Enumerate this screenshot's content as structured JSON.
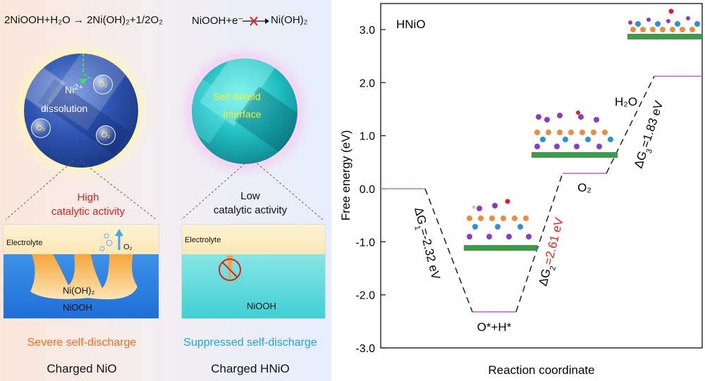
{
  "left_panel": {
    "equation_1": "2NiOOH+H₂O → 2Ni(OH)₂+1/2O₂",
    "equation_2_left": "NiOOH+e⁻",
    "equation_2_right": "Ni(OH)₂",
    "nio_circle": {
      "ni_label": "Ni",
      "ni_charge": "2+",
      "dissolution_label": "dissolution",
      "bubble_label": "O₂"
    },
    "hnio_circle": {
      "line1": "Self-Shield",
      "line2": "Interface"
    },
    "nio_activity": [
      "High",
      "catalytic activity"
    ],
    "hnio_activity": [
      "Low",
      "catalytic activity"
    ],
    "electrolyte_label": "Electrolyte",
    "o2_label": "O₂",
    "niOH2_label": "Ni(OH)₂",
    "niooh_label": "NiOOH",
    "nio_result": "Severe self-discharge",
    "hnio_result": "Suppressed self-discharge",
    "nio_caption": "Charged NiO",
    "hnio_caption": "Charged HNiO",
    "colors": {
      "red": "#e0201a",
      "orange": "#f26b1b",
      "blue": "#18a6e6",
      "level": "#c86bd0"
    }
  },
  "right_panel": {
    "title": "HNiO",
    "ylabel": "Free energy (eV)",
    "xlabel": "Reaction coordinate",
    "state_labels": [
      "O*+H*",
      "O₂",
      "H₂O"
    ],
    "steps": [
      {
        "symbol": "ΔG",
        "sub": "1",
        "value": "=-2.32 eV",
        "color": "#111111"
      },
      {
        "symbol": "ΔG",
        "sub": "2",
        "value": "=2.61 eV",
        "color": "#e0201a"
      },
      {
        "symbol": "ΔG",
        "sub": "3",
        "value": "=1.83 eV",
        "color": "#111111"
      }
    ]
  },
  "chart_data": {
    "type": "line",
    "title": "HNiO",
    "xlabel": "Reaction coordinate",
    "ylabel": "Free energy (eV)",
    "ylim": [
      -3.0,
      3.5
    ],
    "yticks": [
      "3.0",
      "2.0",
      "1.0",
      "0.0",
      "-1.0",
      "-2.0",
      "-3.0"
    ],
    "ytick_values": [
      3.0,
      2.0,
      1.0,
      0.0,
      -1.0,
      -2.0,
      -3.0
    ],
    "levels": [
      {
        "label": "",
        "value": 0.0
      },
      {
        "label": "O*+H*",
        "value": -2.32
      },
      {
        "label": "O₂",
        "value": 0.29
      },
      {
        "label": "H₂O",
        "value": 2.12
      }
    ],
    "steps": [
      {
        "name": "ΔG1",
        "value": -2.32
      },
      {
        "name": "ΔG2",
        "value": 2.61
      },
      {
        "name": "ΔG3",
        "value": 1.83
      }
    ]
  }
}
